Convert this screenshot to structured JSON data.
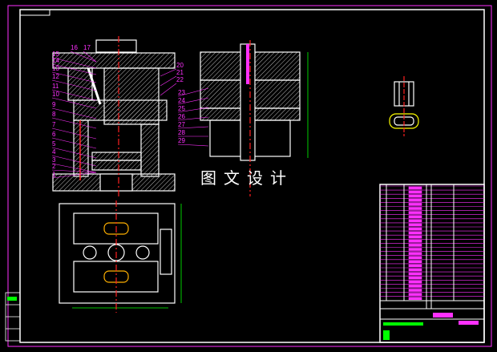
{
  "watermark": "图文设计",
  "colors": {
    "background": "#000000",
    "outline": "#ffffff",
    "leader": "#ff30ff",
    "centerline": "#ff2020",
    "dimension": "#00ff00"
  },
  "front_view": {
    "left_part_numbers": [
      "15",
      "16",
      "17",
      "14",
      "13",
      "12",
      "11",
      "10",
      "9",
      "8",
      "7",
      "6",
      "5",
      "4",
      "3",
      "2",
      "1"
    ],
    "right_part_numbers": [
      "20",
      "21",
      "22"
    ]
  },
  "side_view": {
    "part_numbers": [
      "23",
      "24",
      "25",
      "26",
      "27",
      "28",
      "29"
    ]
  },
  "title_block": {
    "rows": 28
  }
}
